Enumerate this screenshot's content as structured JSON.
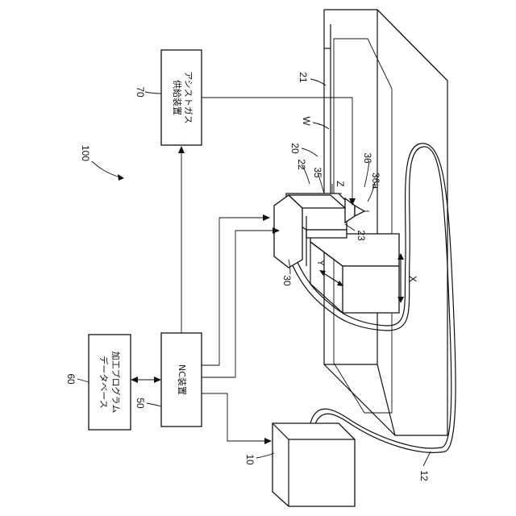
{
  "labels": {
    "system": "100",
    "ref_10": "10",
    "ref_12": "12",
    "ref_20": "20",
    "ref_21": "21",
    "ref_22": "22",
    "ref_23": "23",
    "ref_30": "30",
    "ref_35": "35",
    "ref_36": "36",
    "ref_36a": "36a",
    "ref_50": "50",
    "ref_60": "60",
    "ref_70": "70",
    "workpiece": "W",
    "axis_x": "X",
    "axis_y": "Y",
    "axis_z": "Z"
  },
  "blocks": {
    "assist_gas_line1": "アシストガス",
    "assist_gas_line2": "供給装置",
    "program_db_line1": "加工プログラム",
    "program_db_line2": "データベース",
    "nc_device": "NC装置"
  }
}
